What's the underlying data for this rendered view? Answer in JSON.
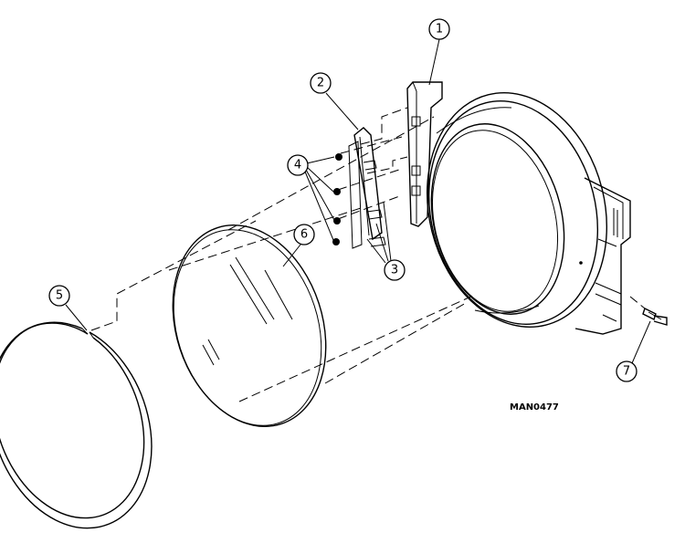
{
  "drawing_code": "MAN0477",
  "callouts": [
    {
      "id": "1",
      "label": "1"
    },
    {
      "id": "2",
      "label": "2"
    },
    {
      "id": "3",
      "label": "3"
    },
    {
      "id": "4",
      "label": "4"
    },
    {
      "id": "5",
      "label": "5"
    },
    {
      "id": "6",
      "label": "6"
    },
    {
      "id": "7",
      "label": "7"
    }
  ]
}
